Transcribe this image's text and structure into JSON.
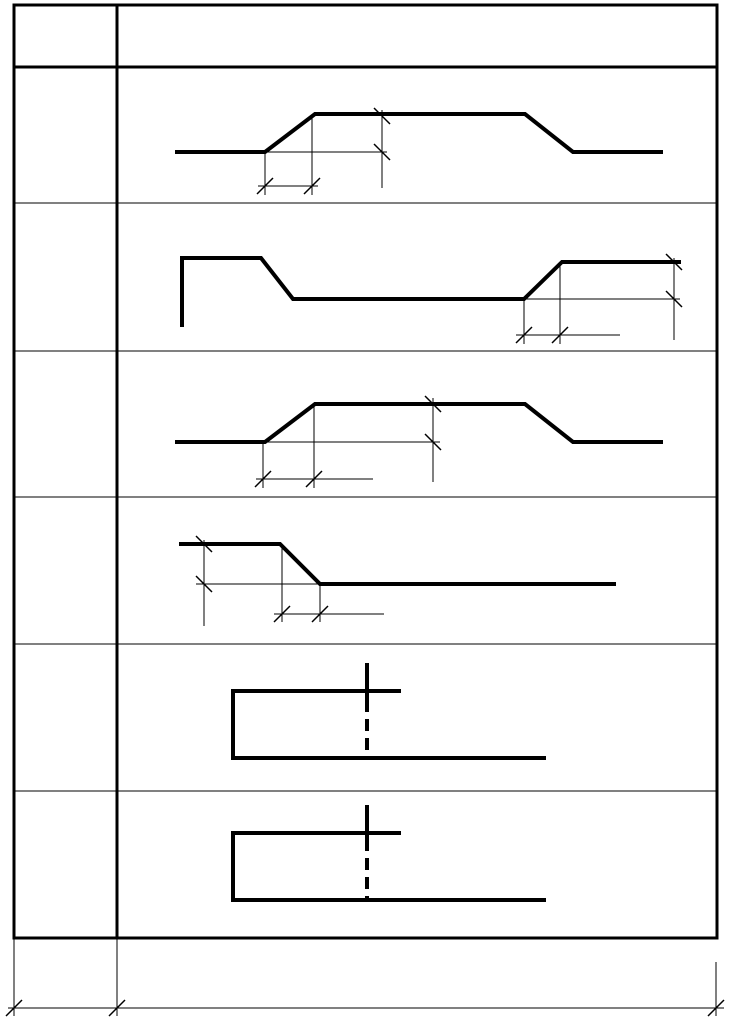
{
  "table": {
    "header": {
      "col1": "",
      "col2": ""
    },
    "rows": [
      {
        "label": "",
        "figure": "joint-profile-symmetric-bevel"
      },
      {
        "label": "",
        "figure": "joint-profile-flange-right-bevel"
      },
      {
        "label": "",
        "figure": "joint-profile-symmetric-bevel-long-dim"
      },
      {
        "label": "",
        "figure": "joint-profile-left-step-down"
      },
      {
        "label": "",
        "figure": "lap-joint-dashed-axis"
      },
      {
        "label": "",
        "figure": "lap-joint-dashed-axis"
      }
    ],
    "footer": {
      "col1": "",
      "col2": ""
    }
  },
  "colors": {
    "line": "#000000",
    "background": "#ffffff"
  }
}
